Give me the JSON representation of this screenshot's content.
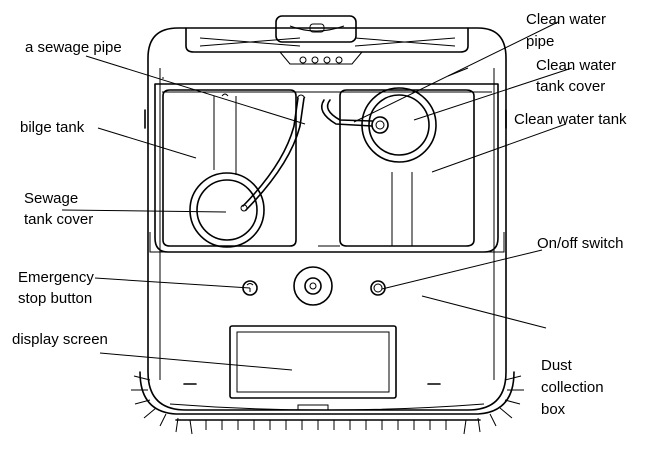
{
  "labels": {
    "sewage_pipe": "a sewage pipe",
    "bilge_tank": "bilge tank",
    "sewage_tank_cover_1": "Sewage",
    "sewage_tank_cover_2": "tank cover",
    "emergency_stop_1": "Emergency",
    "emergency_stop_2": "stop button",
    "display_screen": "display screen",
    "clean_water_pipe_1": "Clean water",
    "clean_water_pipe_2": "pipe",
    "clean_water_tank_cover_1": "Clean water",
    "clean_water_tank_cover_2": "tank cover",
    "clean_water_tank": "Clean water tank",
    "on_off_switch": "On/off switch",
    "dust_collection_1": "Dust",
    "dust_collection_2": "collection",
    "dust_collection_3": "box"
  }
}
